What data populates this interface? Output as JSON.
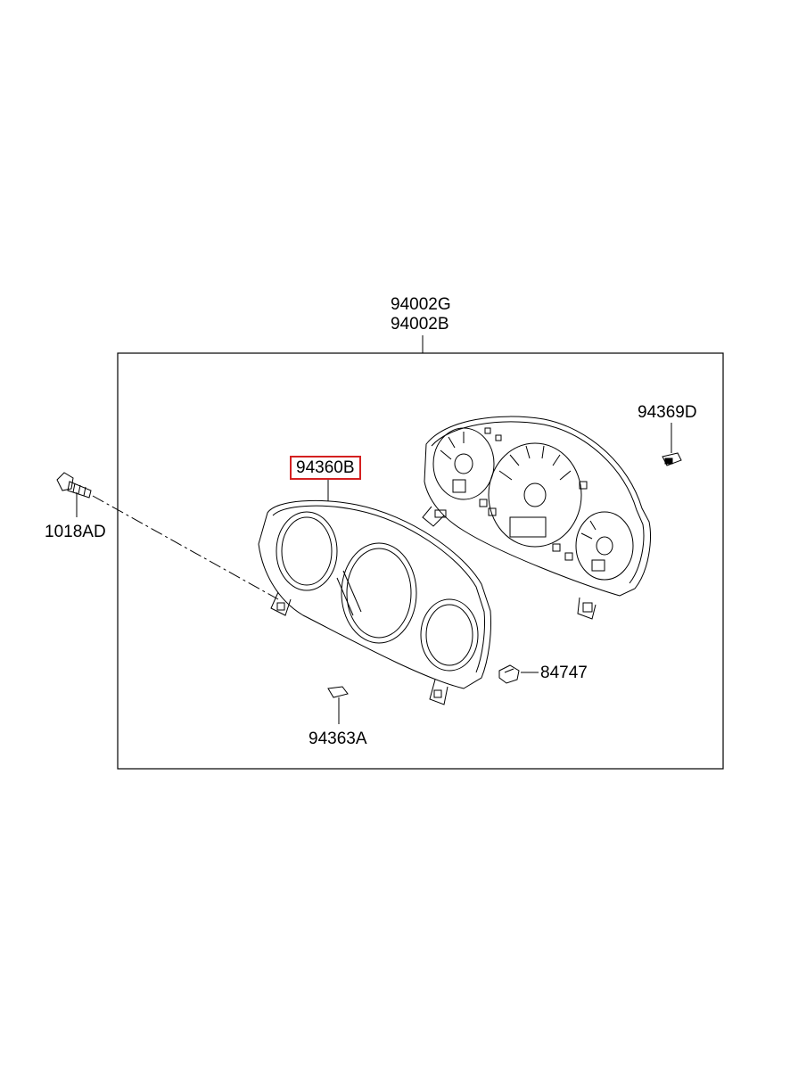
{
  "diagram": {
    "labels": {
      "assembly_a": "94002G",
      "assembly_b": "94002B",
      "bulb_socket": "94369D",
      "front_housing": "94360B",
      "screw": "1018AD",
      "connector": "84747",
      "clip": "94363A"
    },
    "highlight_color": "#d42020",
    "highlighted_part": "94360B"
  }
}
